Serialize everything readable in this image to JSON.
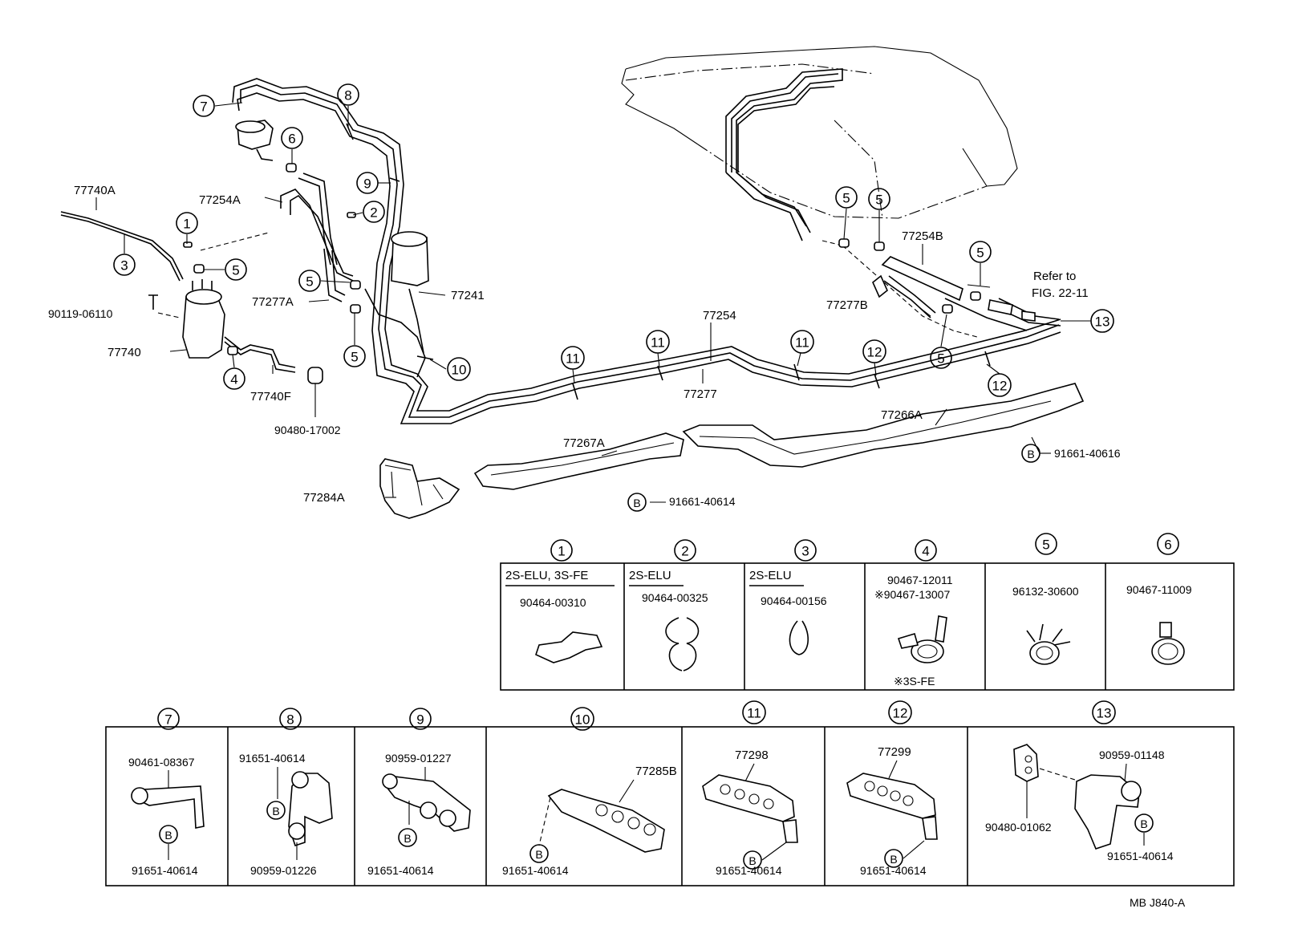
{
  "callouts": {
    "n1": "1",
    "n2": "2",
    "n3": "3",
    "n4": "4",
    "n5": "5",
    "n6": "6",
    "n7": "7",
    "n8": "8",
    "n9": "9",
    "n10": "10",
    "n11": "11",
    "n12": "12",
    "n13": "13",
    "b": "B"
  },
  "main": {
    "p77740A": "77740A",
    "p77254A": "77254A",
    "p90119": "90119-06110",
    "p77740": "77740",
    "p77277A": "77277A",
    "p77740F": "77740F",
    "p90480_17002": "90480-17002",
    "p77241": "77241",
    "p77254": "77254",
    "p77277": "77277",
    "p77254B": "77254B",
    "p77277B": "77277B",
    "refer1": "Refer to",
    "refer2": "FIG. 22-11",
    "p77266A": "77266A",
    "p91661_40616": "91661-40616",
    "p77267A": "77267A",
    "p91661_40614": "91661-40614",
    "p77284A": "77284A"
  },
  "detail_row1": [
    {
      "num": "1",
      "header": "2S-ELU, 3S-FE",
      "part": "90464-00310"
    },
    {
      "num": "2",
      "header": "2S-ELU",
      "part": "90464-00325"
    },
    {
      "num": "3",
      "header": "2S-ELU",
      "part": "90464-00156"
    },
    {
      "num": "4",
      "part": "90467-12011",
      "part2": "※90467-13007",
      "note": "※3S-FE"
    },
    {
      "num": "5",
      "part": "96132-30600"
    },
    {
      "num": "6",
      "part": "90467-11009"
    }
  ],
  "detail_row2": [
    {
      "num": "7",
      "part": "90461-08367",
      "bolt": "91651-40614"
    },
    {
      "num": "8",
      "part": "91651-40614",
      "bolt": "90959-01226"
    },
    {
      "num": "9",
      "part": "90959-01227",
      "bolt": "91651-40614"
    },
    {
      "num": "10",
      "part": "77285B",
      "bolt": "91651-40614"
    },
    {
      "num": "11",
      "part": "77298",
      "bolt": "91651-40614"
    },
    {
      "num": "12",
      "part": "77299",
      "bolt": "91651-40614"
    },
    {
      "num": "13",
      "part": "90959-01148",
      "part2": "90480-01062",
      "bolt": "91651-40614"
    }
  ],
  "figure_code": "MB  J840-A"
}
